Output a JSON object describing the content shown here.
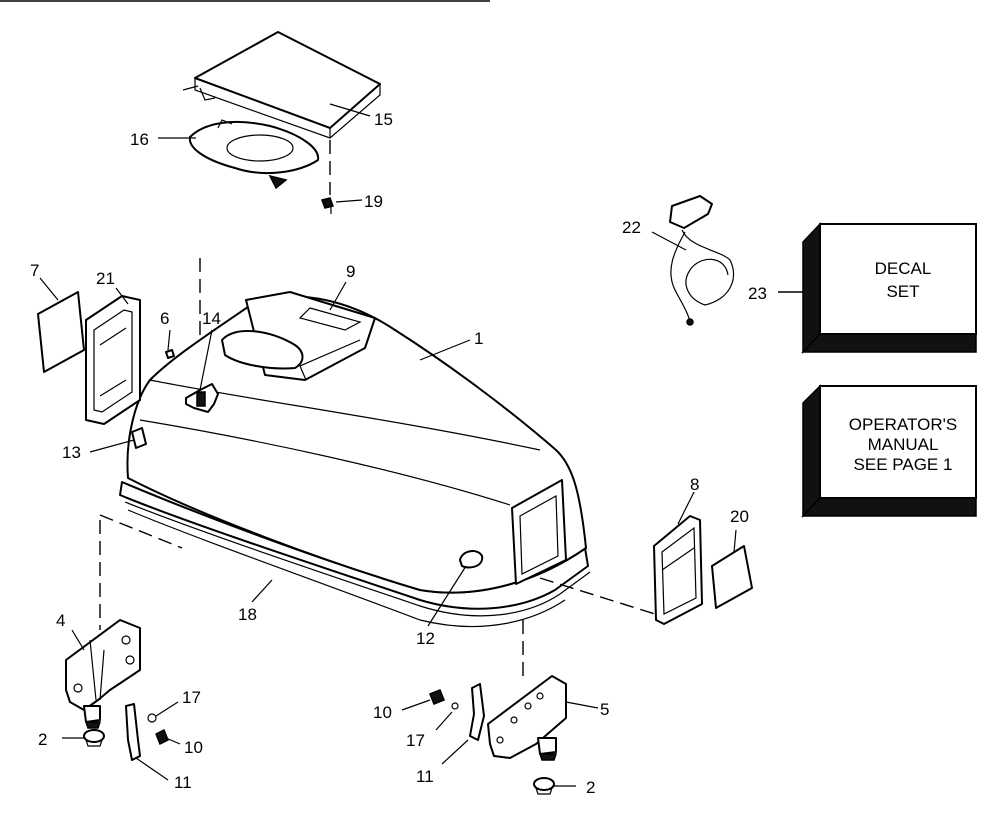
{
  "diagram": {
    "callouts": [
      {
        "id": "c1",
        "text": "1"
      },
      {
        "id": "c2a",
        "text": "2"
      },
      {
        "id": "c2b",
        "text": "2"
      },
      {
        "id": "c4",
        "text": "4"
      },
      {
        "id": "c5",
        "text": "5"
      },
      {
        "id": "c6",
        "text": "6"
      },
      {
        "id": "c7",
        "text": "7"
      },
      {
        "id": "c8",
        "text": "8"
      },
      {
        "id": "c9",
        "text": "9"
      },
      {
        "id": "c10a",
        "text": "10"
      },
      {
        "id": "c10b",
        "text": "10"
      },
      {
        "id": "c11a",
        "text": "11"
      },
      {
        "id": "c11b",
        "text": "11"
      },
      {
        "id": "c12",
        "text": "12"
      },
      {
        "id": "c13",
        "text": "13"
      },
      {
        "id": "c14",
        "text": "14"
      },
      {
        "id": "c15",
        "text": "15"
      },
      {
        "id": "c16",
        "text": "16"
      },
      {
        "id": "c17a",
        "text": "17"
      },
      {
        "id": "c17b",
        "text": "17"
      },
      {
        "id": "c18",
        "text": "18"
      },
      {
        "id": "c19",
        "text": "19"
      },
      {
        "id": "c20",
        "text": "20"
      },
      {
        "id": "c21",
        "text": "21"
      },
      {
        "id": "c22",
        "text": "22"
      },
      {
        "id": "c23",
        "text": "23"
      }
    ],
    "decal_box": {
      "line1": "DECAL",
      "line2": "SET"
    },
    "manual_box": {
      "line1": "OPERATOR'S",
      "line2": "MANUAL",
      "line3": "SEE PAGE 1"
    }
  }
}
